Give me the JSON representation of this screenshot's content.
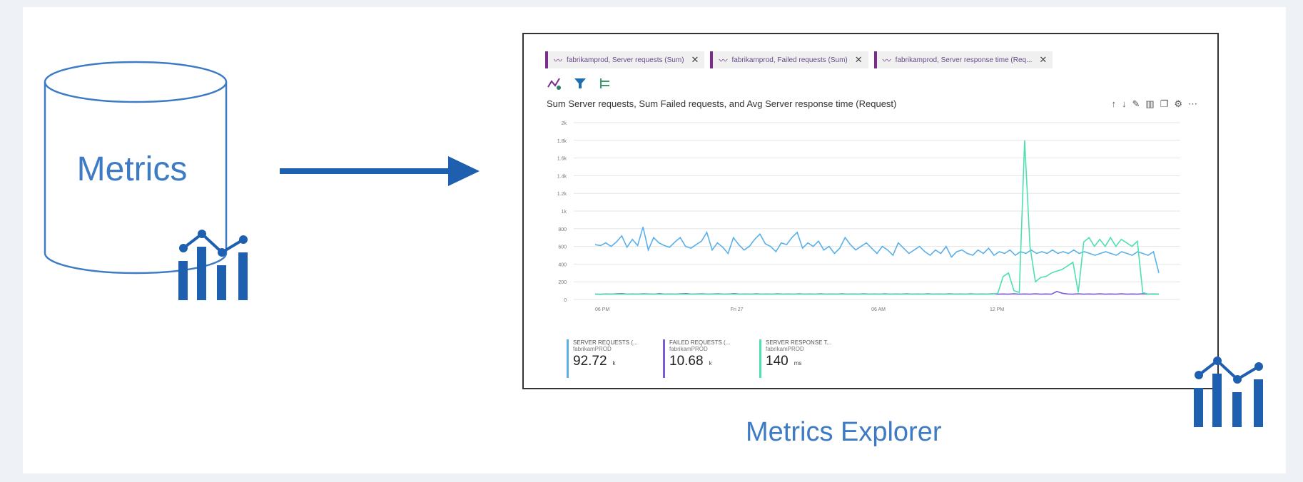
{
  "source": {
    "label": "Metrics"
  },
  "target": {
    "label": "Metrics Explorer"
  },
  "explorer": {
    "tabs": [
      {
        "label": "fabrikamprod, Server requests (Sum)"
      },
      {
        "label": "fabrikamprod, Failed requests (Sum)"
      },
      {
        "label": "fabrikamprod, Server response time (Req..."
      }
    ],
    "toolbar_icons": [
      "add-metric-icon",
      "add-filter-icon",
      "apply-splitting-icon"
    ],
    "chart_title": "Sum Server requests, Sum Failed requests, and Avg Server response time (Request)",
    "action_icons": [
      "arrow-up-icon",
      "arrow-down-icon",
      "pin-icon",
      "delete-icon",
      "copy-icon",
      "settings-icon",
      "more-icon"
    ],
    "legend": [
      {
        "name": "SERVER REQUESTS (...",
        "sub": "fabrikamPROD",
        "value": "92.72",
        "unit": "k",
        "color": "#5ab0e8"
      },
      {
        "name": "FAILED REQUESTS (...",
        "sub": "fabrikamPROD",
        "value": "10.68",
        "unit": "k",
        "color": "#7b5cd6"
      },
      {
        "name": "SERVER RESPONSE T...",
        "sub": "fabrikamPROD",
        "value": "140",
        "unit": "ms",
        "color": "#4fe0b0"
      }
    ]
  },
  "chart_data": {
    "type": "line",
    "yticks": [
      "2k",
      "1.8k",
      "1.6k",
      "1.4k",
      "1.2k",
      "1k",
      "800",
      "600",
      "400",
      "200",
      "0"
    ],
    "xticks": [
      "06 PM",
      "Fri 27",
      "06 AM",
      "12 PM"
    ],
    "ylim": [
      0,
      2000
    ],
    "grid": true,
    "series": [
      {
        "color": "#5ab0e8",
        "values": [
          620,
          610,
          640,
          600,
          650,
          720,
          590,
          680,
          610,
          820,
          560,
          700,
          640,
          610,
          590,
          650,
          700,
          600,
          580,
          620,
          660,
          760,
          560,
          640,
          590,
          520,
          700,
          620,
          560,
          600,
          680,
          740,
          630,
          600,
          540,
          640,
          620,
          700,
          760,
          580,
          640,
          600,
          660,
          560,
          600,
          520,
          580,
          700,
          620,
          560,
          600,
          640,
          580,
          520,
          600,
          560,
          500,
          640,
          580,
          520,
          560,
          600,
          540,
          500,
          560,
          520,
          600,
          480,
          540,
          560,
          520,
          500,
          560,
          520,
          580,
          500,
          540,
          520,
          560,
          500,
          540,
          520,
          560,
          520,
          540,
          520,
          560,
          520,
          540,
          520,
          560,
          520,
          540,
          520,
          500,
          520,
          540,
          520,
          500,
          540,
          520,
          500,
          540,
          520,
          500,
          540,
          300
        ]
      },
      {
        "color": "#7b5cd6",
        "values": [
          60,
          58,
          62,
          60,
          64,
          66,
          60,
          62,
          60,
          64,
          62,
          60,
          66,
          60,
          62,
          60,
          64,
          66,
          60,
          62,
          64,
          60,
          62,
          64,
          60,
          62,
          66,
          60,
          62,
          60,
          64,
          60,
          62,
          60,
          64,
          60,
          62,
          60,
          64,
          60,
          62,
          60,
          64,
          60,
          62,
          60,
          64,
          60,
          62,
          60,
          64,
          60,
          62,
          60,
          64,
          60,
          62,
          60,
          64,
          60,
          62,
          60,
          64,
          60,
          62,
          60,
          64,
          60,
          62,
          60,
          64,
          60,
          62,
          60,
          64,
          60,
          62,
          60,
          64,
          60,
          62,
          60,
          64,
          60,
          62,
          60,
          90,
          70,
          62,
          60,
          64,
          60,
          62,
          60,
          64,
          60,
          62,
          60,
          64,
          60,
          62,
          60,
          64,
          60,
          62,
          60
        ]
      },
      {
        "color": "#4fe0b0",
        "values": [
          60,
          60,
          60,
          60,
          60,
          60,
          60,
          60,
          60,
          60,
          60,
          60,
          60,
          60,
          60,
          60,
          60,
          60,
          60,
          60,
          60,
          60,
          60,
          60,
          60,
          60,
          60,
          60,
          60,
          60,
          60,
          60,
          60,
          60,
          60,
          60,
          60,
          60,
          60,
          60,
          60,
          60,
          60,
          60,
          60,
          60,
          60,
          60,
          60,
          60,
          60,
          60,
          60,
          60,
          60,
          60,
          60,
          60,
          60,
          60,
          60,
          60,
          60,
          60,
          60,
          60,
          60,
          60,
          60,
          60,
          60,
          60,
          60,
          60,
          60,
          70,
          260,
          300,
          100,
          80,
          1800,
          600,
          200,
          250,
          260,
          300,
          320,
          340,
          380,
          420,
          80,
          650,
          700,
          600,
          680,
          600,
          700,
          600,
          680,
          640,
          600,
          660,
          80,
          60,
          60,
          60
        ]
      }
    ]
  }
}
